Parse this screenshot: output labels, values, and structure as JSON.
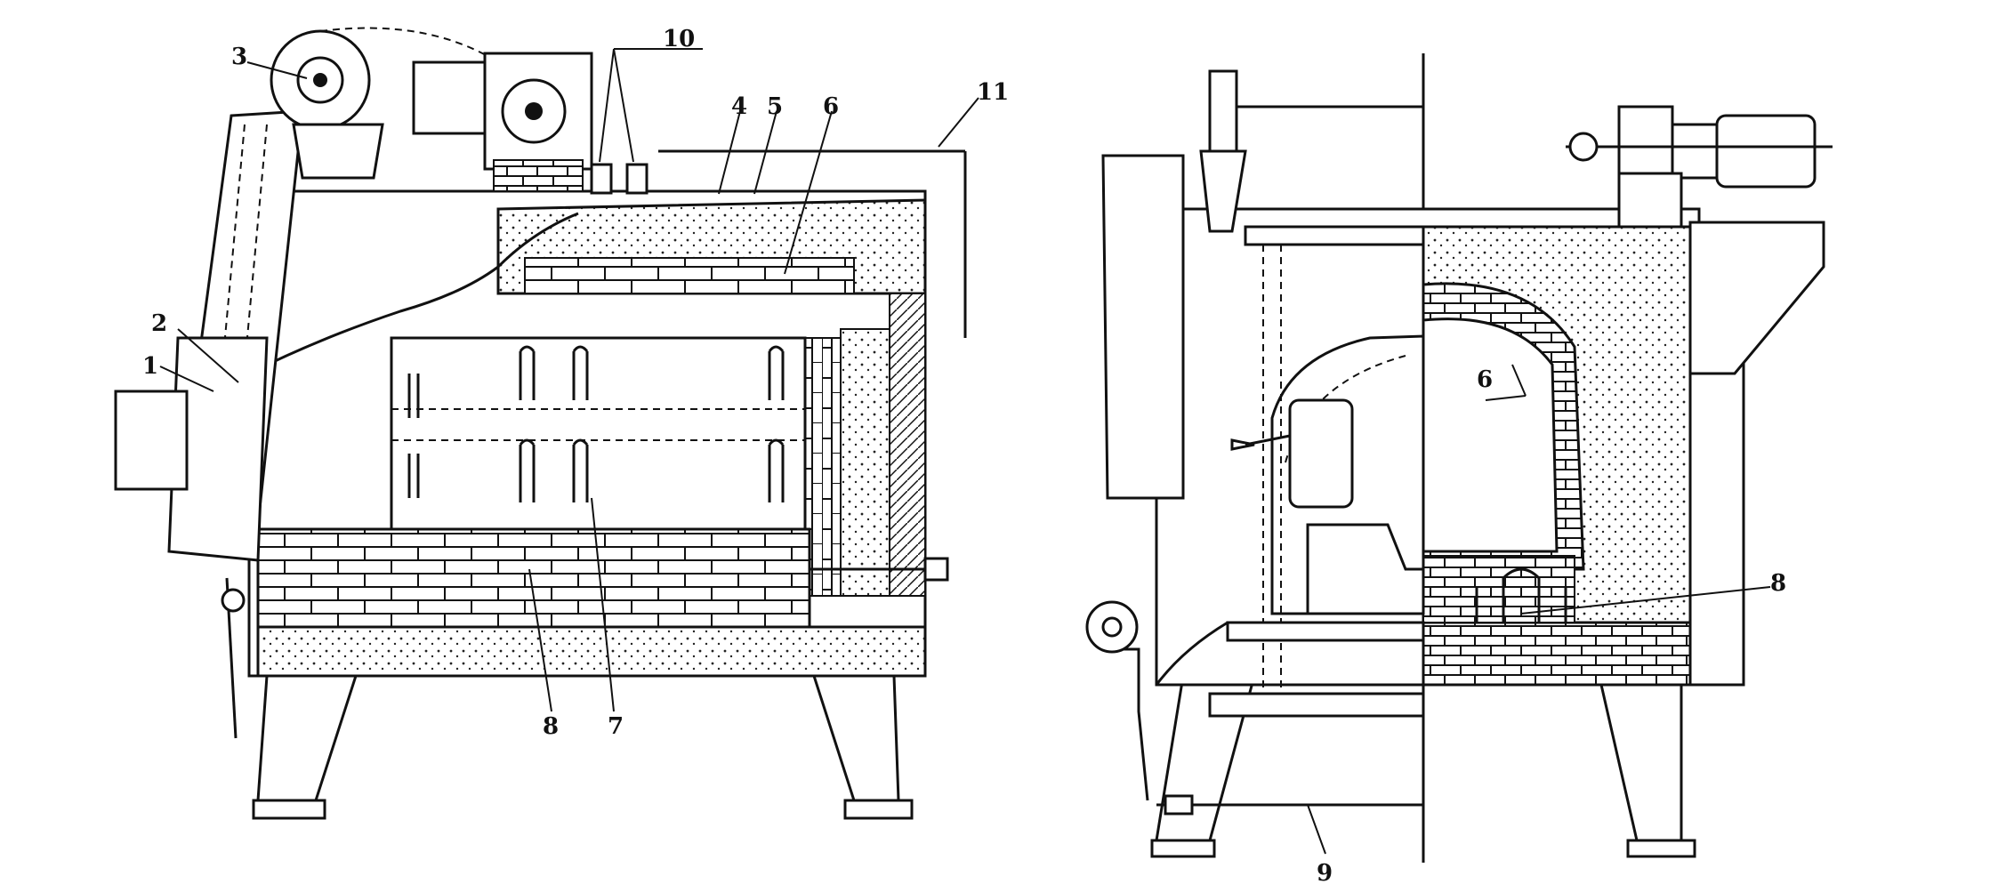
{
  "labels": {
    "l1": "1",
    "l2": "2",
    "l3": "3",
    "l4": "4",
    "l5": "5",
    "l6": "6",
    "l7": "7",
    "l8": "8",
    "l9": "9",
    "l10": "10",
    "l11": "11",
    "r6": "6",
    "r8": "8"
  }
}
